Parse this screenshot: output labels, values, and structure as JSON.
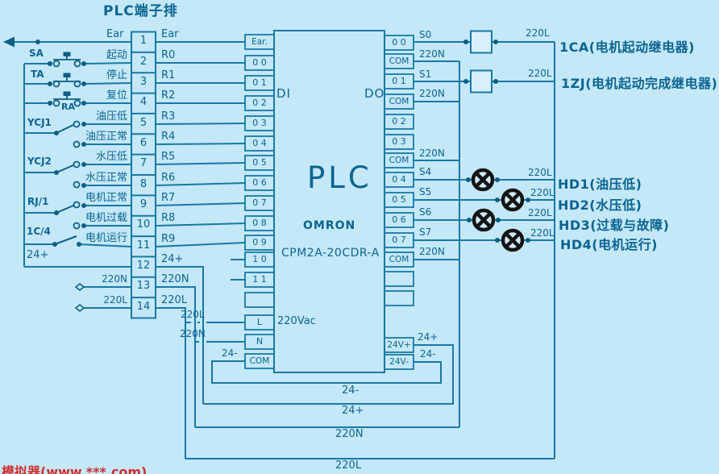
{
  "title": "PLC端子排",
  "left": {
    "ear": "Ear",
    "bus": "24+",
    "n": "220N",
    "l": "220L",
    "sw": [
      {
        "id": "SA",
        "a": "起动"
      },
      {
        "id": "TA",
        "a": "停止"
      },
      {
        "id": "RA",
        "a": "复位"
      },
      {
        "id": "YCJ1",
        "a": "油压低",
        "b": "油压正常"
      },
      {
        "id": "YCJ2",
        "a": "水压低",
        "b": "水压正常"
      },
      {
        "id": "RJ/1",
        "a": "电机正常",
        "b": "电机过载"
      },
      {
        "id": "1C/4",
        "a": "电机运行"
      }
    ]
  },
  "strip": {
    "numbers": [
      "1",
      "2",
      "3",
      "4",
      "5",
      "6",
      "7",
      "8",
      "9",
      "10",
      "11",
      "12",
      "13",
      "14"
    ],
    "right": [
      "Ear",
      "R0",
      "R1",
      "R2",
      "R3",
      "R4",
      "R5",
      "R6",
      "R7",
      "R8",
      "R9",
      "24+",
      "220N",
      "220L"
    ]
  },
  "plc": {
    "di": "DI",
    "do": "DO",
    "name": "PLC",
    "brand": "OMRON",
    "model": "CPM2A-20CDR-A",
    "vac": "220Vac",
    "di_cells": [
      "Ear.",
      "0 0",
      "0 1",
      "0 2",
      "0 3",
      "0 4",
      "0 5",
      "0 6",
      "0 7",
      "0 8",
      "0 9",
      "1 0",
      "1 1"
    ],
    "pwr": [
      "L",
      "N",
      "COM"
    ],
    "do_cells": [
      "0 0",
      "COM",
      "0 1",
      "COM",
      "0 2",
      "0 3",
      "COM",
      "0 4",
      "0 5",
      "0 6",
      "0 7",
      "COM"
    ],
    "dc": [
      "24V+",
      "24V-"
    ]
  },
  "pwrwire": {
    "l": "220L",
    "n": "220N",
    "com": "24-"
  },
  "right": {
    "wire": [
      "S0",
      "220N",
      "S1",
      "220N",
      "220N",
      "S4",
      "S5",
      "S6",
      "S7",
      "220N"
    ],
    "l220": [
      "220L",
      "220L",
      "220L",
      "220L",
      "220L",
      "220L"
    ],
    "desc": [
      "1CA(电机起动继电器)",
      "1ZJ(电机起动完成继电器)",
      "HD1(油压低)",
      "HD2(水压低)",
      "HD3(过载与故障)",
      "HD4(电机运行)"
    ],
    "vplus": "24+",
    "vminus": "24-"
  },
  "bus": [
    "24-",
    "24+",
    "220N",
    "220L"
  ],
  "watermark": "模拟器(www.***.com)"
}
